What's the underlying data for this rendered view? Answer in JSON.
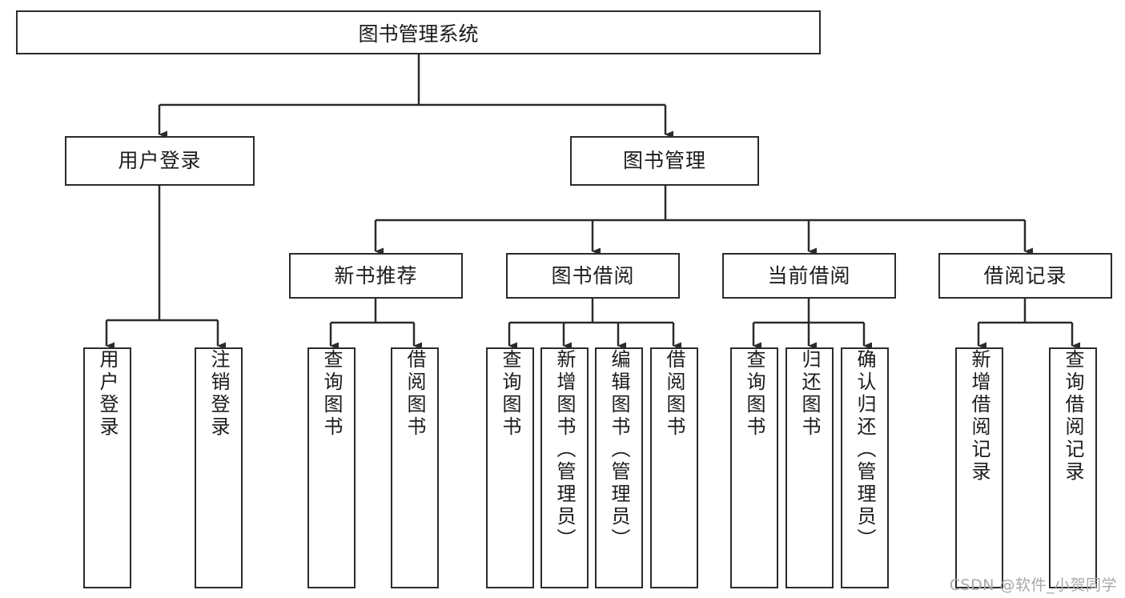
{
  "diagram": {
    "title": "图书管理系统",
    "type": "tree",
    "root": {
      "label": "图书管理系统"
    },
    "level2": [
      {
        "label": "用户登录"
      },
      {
        "label": "图书管理"
      }
    ],
    "level3": [
      {
        "label": "新书推荐"
      },
      {
        "label": "图书借阅"
      },
      {
        "label": "当前借阅"
      },
      {
        "label": "借阅记录"
      }
    ],
    "leaves": [
      {
        "label": "用户登录"
      },
      {
        "label": "注销登录"
      },
      {
        "label": "查询图书"
      },
      {
        "label": "借阅图书"
      },
      {
        "label": "查询图书"
      },
      {
        "label": "新增图书（管理员）"
      },
      {
        "label": "编辑图书（管理员）"
      },
      {
        "label": "借阅图书"
      },
      {
        "label": "查询图书"
      },
      {
        "label": "归还图书"
      },
      {
        "label": "确认归还（管理员）"
      },
      {
        "label": "新增借阅记录"
      },
      {
        "label": "查询借阅记录"
      }
    ],
    "watermark": "CSDN @软件_小贺同学",
    "colors": {
      "stroke": "#2b2b2b",
      "fill": "#ffffff",
      "text": "#1b1b1b",
      "watermark": "#a8a8a8"
    }
  }
}
